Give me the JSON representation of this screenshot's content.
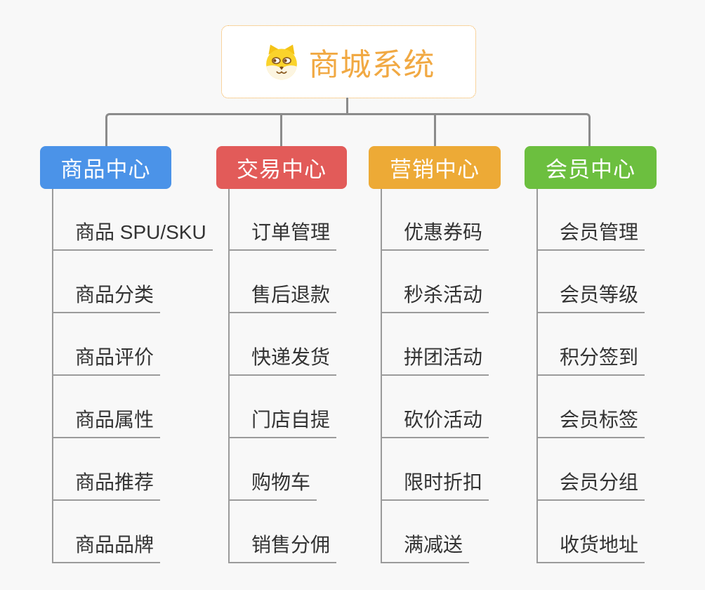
{
  "root": {
    "title": "商城系统",
    "icon": "dog-face-icon",
    "accent_color": "#f1a943",
    "border_color": "#f2a93e"
  },
  "branches": [
    {
      "label": "商品中心",
      "color": "#4b93e8",
      "children": [
        "商品 SPU/SKU",
        "商品分类",
        "商品评价",
        "商品属性",
        "商品推荐",
        "商品品牌"
      ]
    },
    {
      "label": "交易中心",
      "color": "#e25b59",
      "children": [
        "订单管理",
        "售后退款",
        "快递发货",
        "门店自提",
        "购物车",
        "销售分佣"
      ]
    },
    {
      "label": "营销中心",
      "color": "#edaa36",
      "children": [
        "优惠券码",
        "秒杀活动",
        "拼团活动",
        "砍价活动",
        "限时折扣",
        "满减送"
      ]
    },
    {
      "label": "会员中心",
      "color": "#6cbf3f",
      "children": [
        "会员管理",
        "会员等级",
        "积分签到",
        "会员标签",
        "会员分组",
        "收货地址"
      ]
    }
  ],
  "colors": {
    "background": "#f8f8f8",
    "connector_line": "#8b8b8b",
    "leaf_underline": "#9b9b9b",
    "leaf_text": "#333333",
    "branch_text": "#ffffff"
  }
}
